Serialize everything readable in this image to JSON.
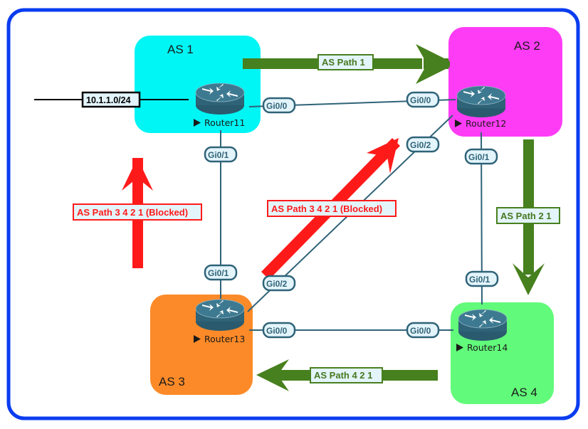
{
  "colors": {
    "frame": "#0a3cf0",
    "as1": "#00f5f5",
    "as2": "#ff3cf5",
    "as3": "#fc8a28",
    "as4": "#62fa7a",
    "link": "#2f6378",
    "router_body": "#2f6378",
    "green_arrow": "#47801e",
    "red_arrow": "#ff1a1a",
    "label_bg": "#e3f4fb"
  },
  "autonomous_systems": [
    {
      "id": "as1",
      "label": "AS 1"
    },
    {
      "id": "as2",
      "label": "AS 2"
    },
    {
      "id": "as3",
      "label": "AS 3"
    },
    {
      "id": "as4",
      "label": "AS 4"
    }
  ],
  "routers": [
    {
      "id": "r11",
      "label": "Router11",
      "as": "AS 1"
    },
    {
      "id": "r12",
      "label": "Router12",
      "as": "AS 2"
    },
    {
      "id": "r13",
      "label": "Router13",
      "as": "AS 3"
    },
    {
      "id": "r14",
      "label": "Router14",
      "as": "AS 4"
    }
  ],
  "network": {
    "label": "10.1.1.0/24",
    "attached_to": "Router11"
  },
  "links": [
    {
      "from": "Router11",
      "from_iface": "Gi0/0",
      "to": "Router12",
      "to_iface": "Gi0/0"
    },
    {
      "from": "Router11",
      "from_iface": "Gi0/1",
      "to": "Router13",
      "to_iface": "Gi0/1"
    },
    {
      "from": "Router12",
      "from_iface": "Gi0/2",
      "to": "Router13",
      "to_iface": "Gi0/2"
    },
    {
      "from": "Router12",
      "from_iface": "Gi0/1",
      "to": "Router14",
      "to_iface": "Gi0/1"
    },
    {
      "from": "Router13",
      "from_iface": "Gi0/0",
      "to": "Router14",
      "to_iface": "Gi0/0"
    }
  ],
  "as_paths": [
    {
      "label": "AS Path 1",
      "from": "AS 1",
      "to": "AS 2",
      "status": "accepted"
    },
    {
      "label": "AS Path 2 1",
      "from": "AS 2",
      "to": "AS 4",
      "status": "accepted"
    },
    {
      "label": "AS Path 4 2 1",
      "from": "AS 4",
      "to": "AS 3",
      "status": "accepted"
    },
    {
      "label": "AS Path 3 4 2 1 (Blocked)",
      "from": "AS 3",
      "to": "AS 2",
      "status": "blocked"
    },
    {
      "label": "AS Path 3 4 2 1 (Blocked)",
      "from": "AS 3",
      "to": "AS 1",
      "status": "blocked"
    }
  ]
}
